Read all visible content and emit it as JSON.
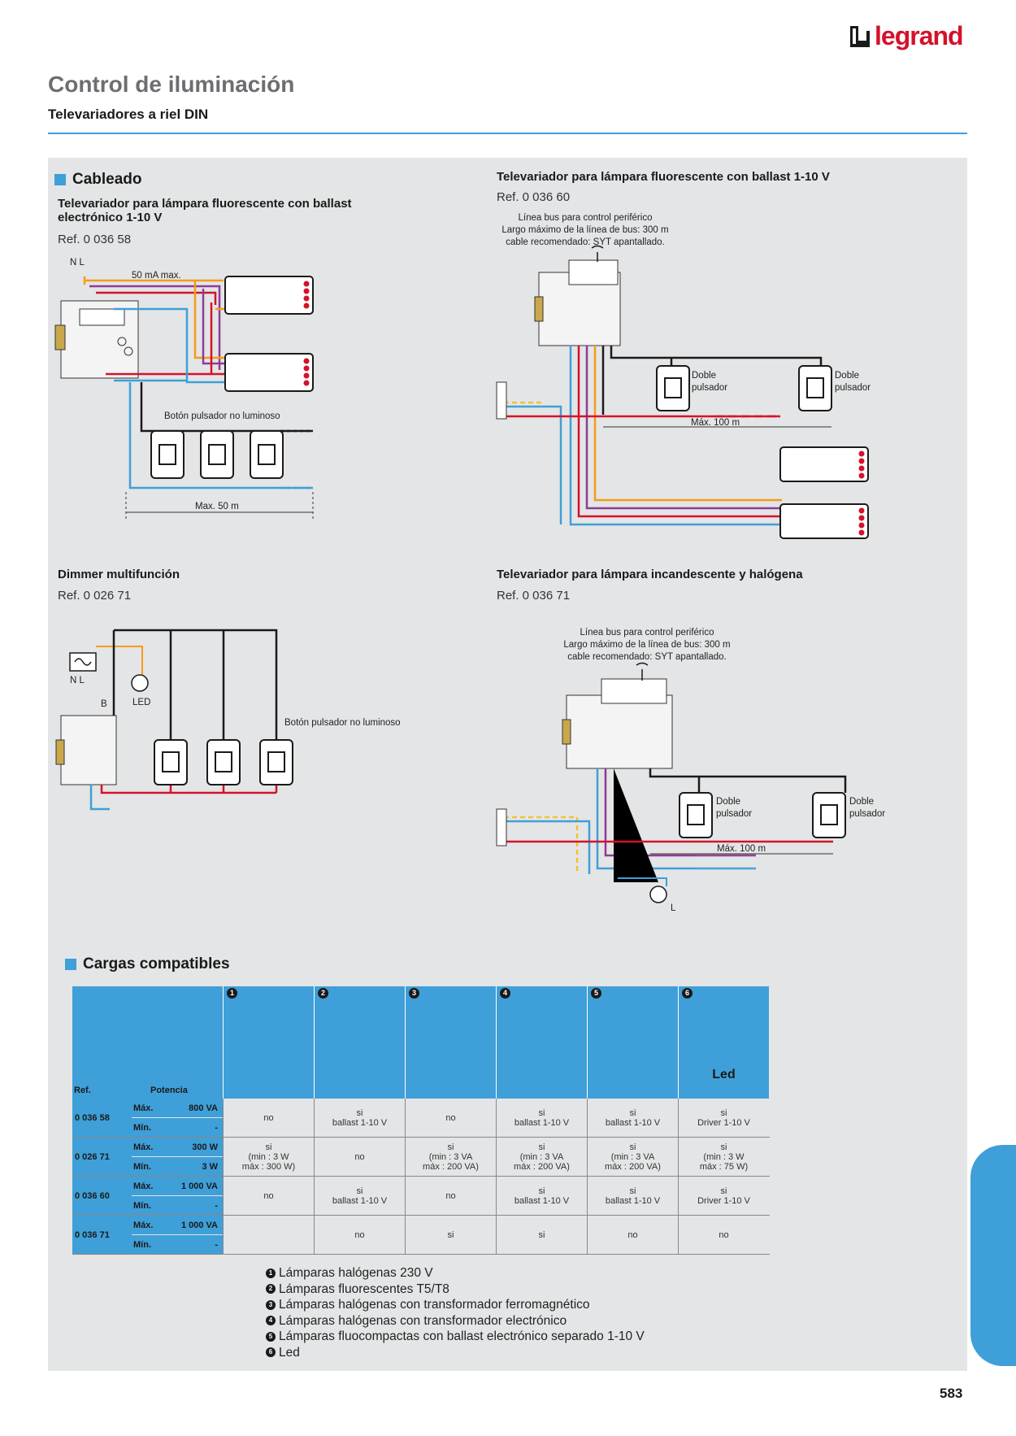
{
  "brand": "legrand",
  "title": "Control de iluminación",
  "subtitle": "Televariadores a riel DIN",
  "page_number": "583",
  "colors": {
    "accent": "#3f9fd8",
    "panel": "#e4e5e6",
    "brand_red": "#d4122b"
  },
  "cableado": {
    "heading": "Cableado",
    "block1": {
      "title": "Televariador para lámpara fluorescente  con ballast electrónico 1-10 V",
      "ref": "Ref. 0 036 58",
      "nl": "N L",
      "max_current": "50 mA max.",
      "button_label": "Botón pulsador no luminoso",
      "distance": "Max. 50 m"
    },
    "block2": {
      "title": "Televariador para lámpara fluorescente  con ballast 1-10 V",
      "ref": "Ref. 0 036 60",
      "bus_note_1": "Línea bus para control periférico",
      "bus_note_2": "Largo máximo de la línea de bus: 300 m",
      "bus_note_3": "cable recomendado: SYT apantallado.",
      "switch1": "Doble pulsador",
      "switch2": "Doble pulsador",
      "distance": "Máx. 100 m"
    },
    "block3": {
      "title": "Dimmer multifunción",
      "ref": "Ref. 0 026 71",
      "nl": "N L",
      "b": "B",
      "led": "LED",
      "button_label": "Botón pulsador no luminoso"
    },
    "block4": {
      "title": "Televariador para lámpara incandescente y halógena",
      "ref": "Ref. 0 036 71",
      "bus_note_1": "Línea bus para control periférico",
      "bus_note_2": "Largo máximo de la línea de bus: 300 m",
      "bus_note_3": "cable recomendado: SYT apantallado.",
      "switch1": "Doble pulsador",
      "switch2": "Doble pulsador",
      "distance": "Máx. 100 m",
      "l": "L"
    }
  },
  "cargas": {
    "heading": "Cargas compatibles",
    "ref_header": "Ref.",
    "potencia_header": "Potencia",
    "columns": [
      "1",
      "2",
      "3",
      "4",
      "5",
      "6"
    ],
    "led_header": "Led",
    "rows": [
      {
        "ref": "0 036 58",
        "max_label": "Máx.",
        "max": "800 VA",
        "min_label": "Mín.",
        "min": "-",
        "cells": [
          "no",
          "si\nballast 1-10 V",
          "no",
          "si\nballast 1-10 V",
          "si\nballast 1-10 V",
          "si\nDriver 1-10 V"
        ]
      },
      {
        "ref": "0 026 71",
        "max_label": "Máx.",
        "max": "300 W",
        "min_label": "Mín.",
        "min": "3 W",
        "cells": [
          "si\n(min : 3 W\nmáx : 300 W)",
          "no",
          "si\n(min : 3 VA\nmáx : 200 VA)",
          "si\n(min : 3 VA\nmáx : 200 VA)",
          "si\n(min : 3 VA\nmáx : 200 VA)",
          "si\n(min : 3 W\nmáx : 75 W)"
        ]
      },
      {
        "ref": "0 036 60",
        "max_label": "Máx.",
        "max": "1 000 VA",
        "min_label": "Mín.",
        "min": "-",
        "cells": [
          "no",
          "si\nballast 1-10 V",
          "no",
          "si\nballast 1-10 V",
          "si\nballast 1-10 V",
          "si\nDriver 1-10 V"
        ]
      },
      {
        "ref": "0 036 71",
        "max_label": "Máx.",
        "max": "1 000 VA",
        "min_label": "Mín.",
        "min": "-",
        "cells": [
          "",
          "no",
          "si",
          "si",
          "no",
          "no"
        ]
      }
    ],
    "legend": [
      "Lámparas halógenas 230 V",
      "Lámparas fluorescentes T5/T8",
      "Lámparas halógenas con transformador ferromagnético",
      "Lámparas halógenas con transformador electrónico",
      "Lámparas fluocompactas con ballast electrónico separado 1-10 V",
      "Led"
    ]
  }
}
